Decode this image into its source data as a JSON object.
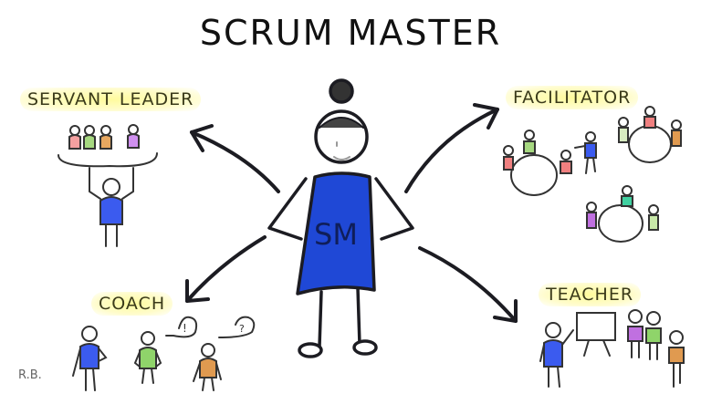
{
  "title": "SCRUM MASTER",
  "center": {
    "figure": "scrum-master-figure",
    "shirt_text": "SM",
    "shirt_color": "#1f48d6"
  },
  "roles": [
    {
      "label": "SERVANT LEADER",
      "position": "top-left"
    },
    {
      "label": "FACILITATOR",
      "position": "top-right"
    },
    {
      "label": "COACH",
      "position": "bottom-left"
    },
    {
      "label": "TEACHER",
      "position": "bottom-right"
    }
  ],
  "signature": "R.B.",
  "colors": {
    "highlight": "#fff88c",
    "ink": "#1a1a1a",
    "blue": "#3b5bef",
    "green": "#8fd46a",
    "orange": "#e09a50",
    "pink": "#f08080",
    "purple": "#c070e0",
    "teal": "#40d0a0"
  }
}
